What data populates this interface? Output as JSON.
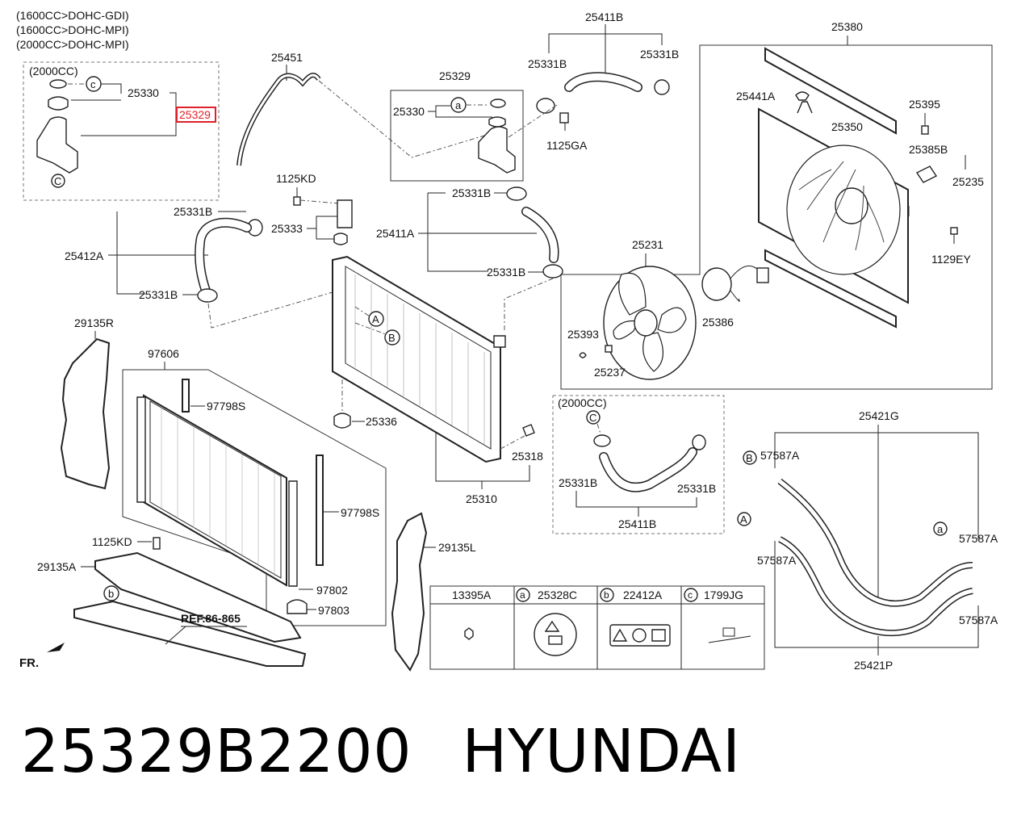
{
  "caption": {
    "part_number": "25329B2200",
    "brand": "HYUNDAI"
  },
  "diagram": {
    "engine_variants": [
      "(1600CC>DOHC-GDI)",
      "(1600CC>DOHC-MPI)",
      "(2000CC>DOHC-MPI)"
    ],
    "highlight_color": "#e0202b",
    "highlighted_part": "25329",
    "sub_box_2000cc_label": "(2000CC)",
    "fr_label": "FR.",
    "ref_label": "REF.86-865",
    "part_labels": {
      "p25451": "25451",
      "p25411b_top": "25411B",
      "p25380": "25380",
      "p25330_left": "25330",
      "p25329_top": "25329",
      "p25331b_a": "25331B",
      "p25331b_b": "25331B",
      "p25330_mid": "25330",
      "p1125ga": "1125GA",
      "p25441a": "25441A",
      "p25395": "25395",
      "p25350": "25350",
      "p25385b": "25385B",
      "p25235": "25235",
      "p1125kd_top": "1125KD",
      "p25331b_c": "25331B",
      "p25333": "25333",
      "p25411a": "25411A",
      "p25331b_d": "25331B",
      "p25412a": "25412A",
      "p25331b_e": "25331B",
      "p25231": "25231",
      "p1129ey": "1129EY",
      "p25331b_f": "25331B",
      "p25386": "25386",
      "p29135r": "29135R",
      "p25393": "25393",
      "p25237": "25237",
      "p97606": "97606",
      "p97798s_a": "97798S",
      "p25336": "25336",
      "p25318": "25318",
      "p25310": "25310",
      "p97798s_b": "97798S",
      "p1125kd_bot": "1125KD",
      "p29135l": "29135L",
      "p29135a": "29135A",
      "p97802": "97802",
      "p97803": "97803",
      "p25331b_g": "25331B",
      "p25331b_h": "25331B",
      "p25411b_bot": "25411B",
      "p25421g": "25421G",
      "p57587a_a": "57587A",
      "p57587a_b": "57587A",
      "p57587a_c": "57587A",
      "p57587a_d": "57587A",
      "p25421p": "25421P"
    },
    "callouts": {
      "a": "a",
      "b": "b",
      "c": "c",
      "A": "A",
      "B": "B",
      "C": "C"
    },
    "legend": [
      {
        "marker": "",
        "part": "13395A"
      },
      {
        "marker": "a",
        "part": "25328C"
      },
      {
        "marker": "b",
        "part": "22412A"
      },
      {
        "marker": "c",
        "part": "1799JG"
      }
    ]
  }
}
